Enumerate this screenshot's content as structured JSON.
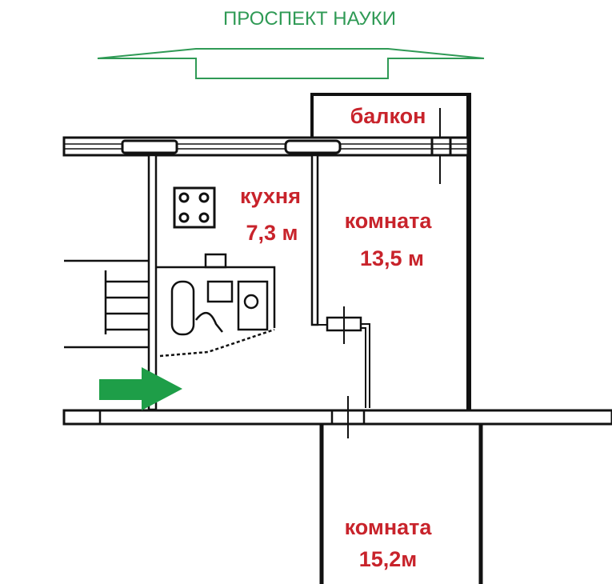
{
  "street": {
    "name": "ПРОСПЕКТ НАУКИ"
  },
  "rooms": {
    "balcony": {
      "label": "балкон"
    },
    "kitchen": {
      "label": "кухня",
      "area": "7,3 м"
    },
    "room1": {
      "label": "комната",
      "area": "13,5 м"
    },
    "room2": {
      "label": "комната",
      "area": "15,2м"
    }
  },
  "colors": {
    "label": "#c8232b",
    "street": "#2f9a55",
    "entrance_arrow": "#1e9e48",
    "walls": "#111111"
  }
}
